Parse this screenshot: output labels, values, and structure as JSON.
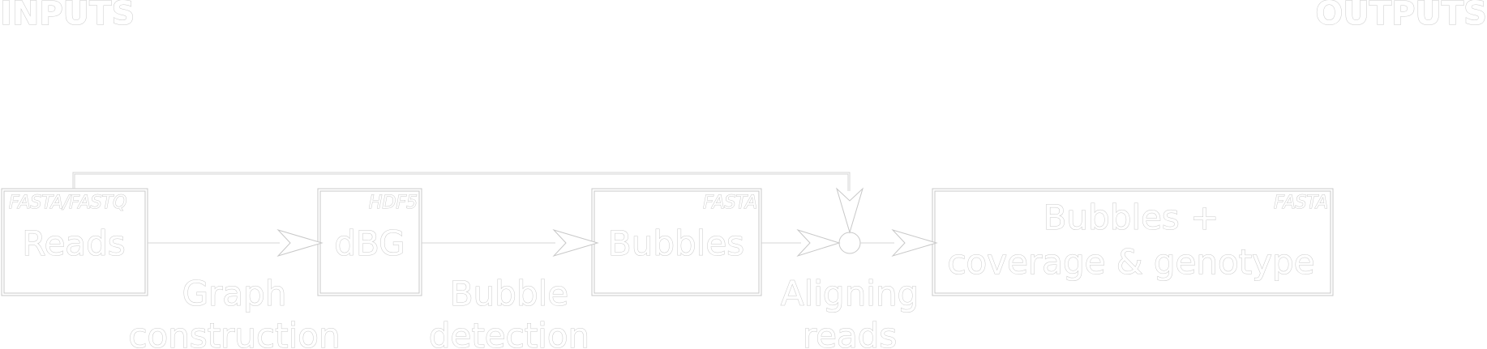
{
  "headings": {
    "inputs": "INPUTS",
    "outputs": "OUTPUTS"
  },
  "nodes": {
    "reads": {
      "label": "Reads",
      "format": "FASTA/FASTQ"
    },
    "dbg": {
      "label": "dBG",
      "format": "HDF5"
    },
    "bubbles": {
      "label": "Bubbles",
      "format": "FASTA"
    },
    "output": {
      "label_line1": "Bubbles +",
      "label_line2": "coverage & genotype",
      "format": "FASTA"
    }
  },
  "steps": {
    "graph_construction": {
      "line1": "Graph",
      "line2": "construction"
    },
    "bubble_detection": {
      "line1": "Bubble",
      "line2": "detection"
    },
    "aligning_reads": {
      "line1": "Aligning",
      "line2": "reads"
    }
  },
  "colors": {
    "background": "#ffffff",
    "outline": "#c8c8c8",
    "wire": "#d4d4d4"
  }
}
